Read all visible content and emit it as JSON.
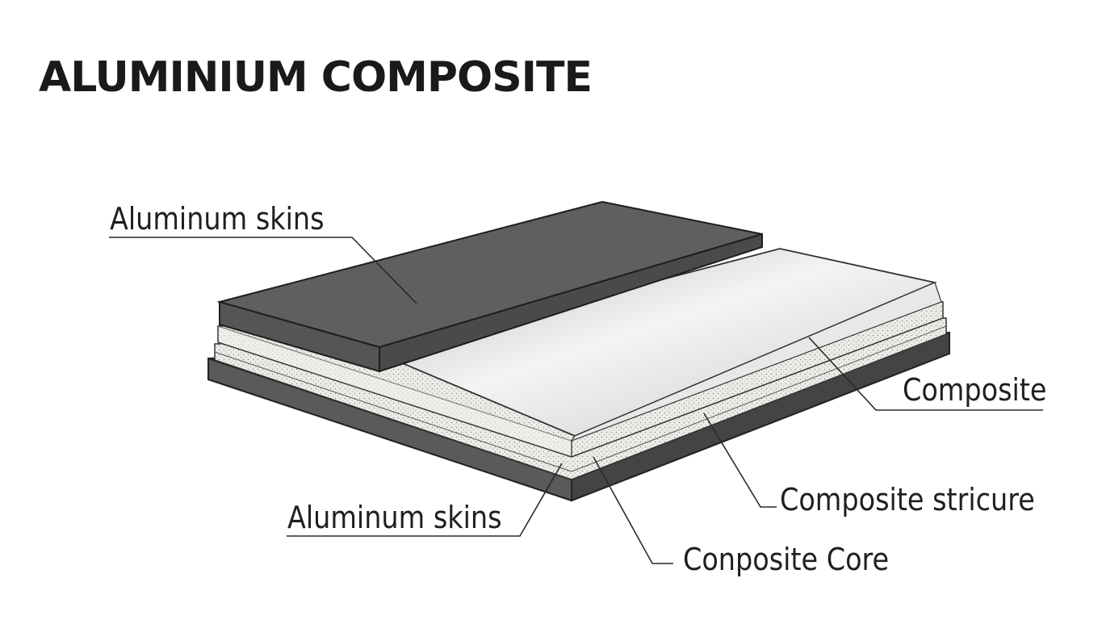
{
  "title": "ALUMINIUM COMPOSITE",
  "labels": {
    "top_skin": "Aluminum skins",
    "composite": "Composite",
    "composite_structure": "Composite stricure",
    "bottom_skin": "Aluminum skins",
    "composite_core": "Conposite Core"
  },
  "colors": {
    "dark_skin": "#5f5f5f",
    "light_sheet": "#d4d4d4",
    "core": "#ebebe7",
    "outline": "#222222"
  }
}
